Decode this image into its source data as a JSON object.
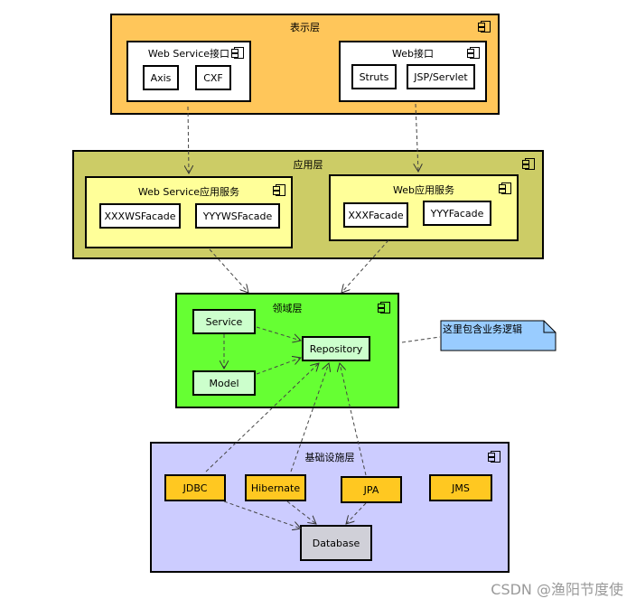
{
  "layers": {
    "presentation": {
      "title": "表示层",
      "ws_interface": {
        "title": "Web Service接口",
        "items": [
          "Axis",
          "CXF"
        ]
      },
      "web_interface": {
        "title": "Web接口",
        "items": [
          "Struts",
          "JSP/Servlet"
        ]
      }
    },
    "application": {
      "title": "应用层",
      "ws_service": {
        "title": "Web Service应用服务",
        "items": [
          "XXXWSFacade",
          "YYYWSFacade"
        ]
      },
      "web_service": {
        "title": "Web应用服务",
        "items": [
          "XXXFacade",
          "YYYFacade"
        ]
      }
    },
    "domain": {
      "title": "领域层",
      "service": "Service",
      "model": "Model",
      "repository": "Repository"
    },
    "infrastructure": {
      "title": "基础设施层",
      "items": [
        "JDBC",
        "Hibernate",
        "JPA",
        "JMS"
      ],
      "database": "Database"
    }
  },
  "note": "这里包含业务逻辑",
  "watermark": "CSDN @渔阳节度使",
  "colors": {
    "presentation": "#ffc65a",
    "application": "#cccc66",
    "application_inner": "#ffff99",
    "domain": "#66ff33",
    "domain_inner": "#ccffcc",
    "infrastructure": "#ccccff",
    "infra_item": "#ffc821",
    "database": "#d0d0d8",
    "note": "#99ccff"
  }
}
